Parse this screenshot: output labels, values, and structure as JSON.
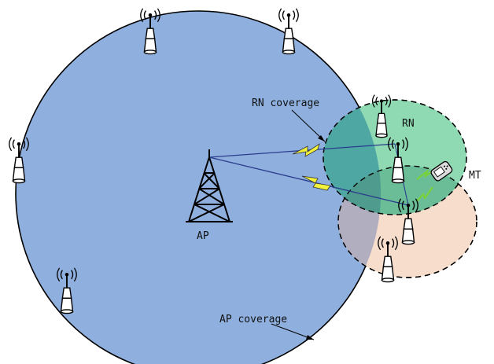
{
  "labels": {
    "rn_coverage": "RN coverage",
    "rn": "RN",
    "mt": "MT",
    "ap": "AP",
    "ap_coverage": "AP coverage"
  },
  "colors": {
    "ap_coverage_fill": "#8fb0df",
    "rn_coverage_fill": "#8fd9b3",
    "rn_overlap_fill": "#4fa7a4",
    "second_coverage_fill": "#f6ddcc",
    "ap_second_overlap_fill": "#b0aebf",
    "link_line": "#2a3c8c",
    "lightning": "#f2f23a",
    "green_lightning": "#7ad23a"
  },
  "icons": {
    "antenna": "cell-antenna-icon",
    "tower": "transmission-tower-icon",
    "phone": "mobile-phone-icon"
  }
}
